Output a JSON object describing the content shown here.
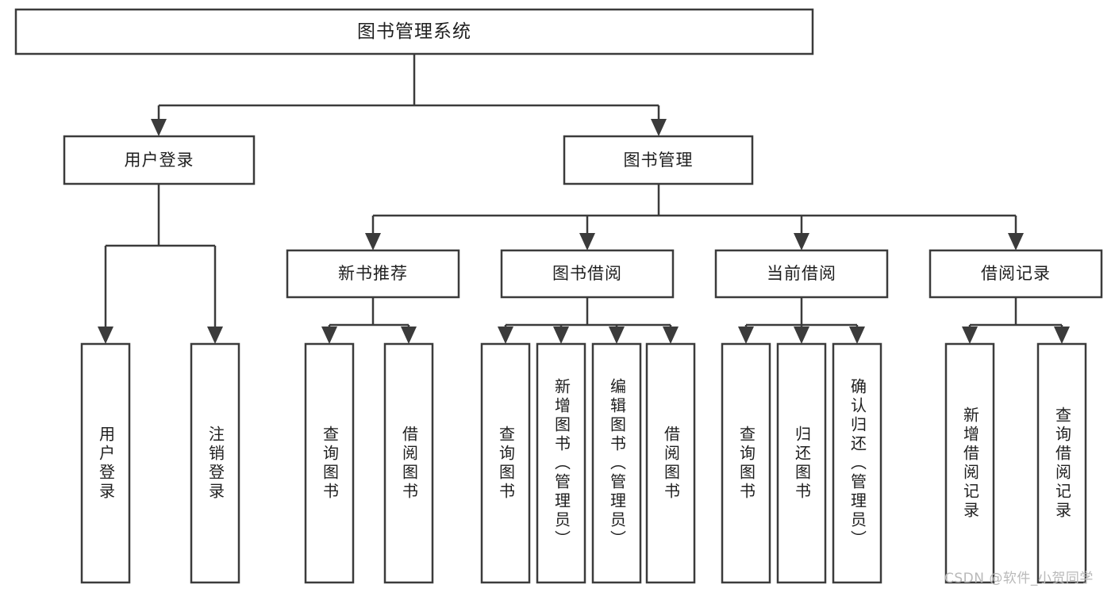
{
  "diagram": {
    "type": "tree-hierarchy-chart",
    "title": "图书管理系统",
    "colors": {
      "stroke": "#3b3b3b",
      "fill": "#ffffff",
      "text": "#1f1f1f",
      "watermark": "#b9b9b9",
      "background": "#ffffff"
    },
    "levels": [
      {
        "level": 1,
        "nodes": [
          {
            "id": "root",
            "label": "图书管理系统",
            "orientation": "horizontal"
          }
        ]
      },
      {
        "level": 2,
        "nodes": [
          {
            "id": "user-login",
            "label": "用户登录",
            "orientation": "horizontal",
            "parent": "root"
          },
          {
            "id": "book-mgmt",
            "label": "图书管理",
            "orientation": "horizontal",
            "parent": "root"
          }
        ]
      },
      {
        "level": 3,
        "nodes": [
          {
            "id": "new-book-rec",
            "label": "新书推荐",
            "orientation": "horizontal",
            "parent": "book-mgmt"
          },
          {
            "id": "book-borrow",
            "label": "图书借阅",
            "orientation": "horizontal",
            "parent": "book-mgmt"
          },
          {
            "id": "current-borrow",
            "label": "当前借阅",
            "orientation": "horizontal",
            "parent": "book-mgmt"
          },
          {
            "id": "borrow-record",
            "label": "借阅记录",
            "orientation": "horizontal",
            "parent": "book-mgmt"
          }
        ]
      },
      {
        "level": 4,
        "nodes": [
          {
            "id": "leaf-user-login",
            "label": "用户登录",
            "orientation": "vertical",
            "parent": "user-login"
          },
          {
            "id": "leaf-user-logout",
            "label": "注销登录",
            "orientation": "vertical",
            "parent": "user-login"
          },
          {
            "id": "leaf-query-book-1",
            "label": "查询图书",
            "orientation": "vertical",
            "parent": "new-book-rec"
          },
          {
            "id": "leaf-borrow-book-1",
            "label": "借阅图书",
            "orientation": "vertical",
            "parent": "new-book-rec"
          },
          {
            "id": "leaf-query-book-2",
            "label": "查询图书",
            "orientation": "vertical",
            "parent": "book-borrow"
          },
          {
            "id": "leaf-add-book",
            "label": "新增图书（管理员）",
            "orientation": "vertical",
            "parent": "book-borrow"
          },
          {
            "id": "leaf-edit-book",
            "label": "编辑图书（管理员）",
            "orientation": "vertical",
            "parent": "book-borrow"
          },
          {
            "id": "leaf-borrow-book-2",
            "label": "借阅图书",
            "orientation": "vertical",
            "parent": "book-borrow"
          },
          {
            "id": "leaf-query-book-3",
            "label": "查询图书",
            "orientation": "vertical",
            "parent": "current-borrow"
          },
          {
            "id": "leaf-return-book",
            "label": "归还图书",
            "orientation": "vertical",
            "parent": "current-borrow"
          },
          {
            "id": "leaf-confirm-return",
            "label": "确认归还（管理员）",
            "orientation": "vertical",
            "parent": "current-borrow"
          },
          {
            "id": "leaf-add-record",
            "label": "新增借阅记录",
            "orientation": "vertical",
            "parent": "borrow-record"
          },
          {
            "id": "leaf-query-record",
            "label": "查询借阅记录",
            "orientation": "vertical",
            "parent": "borrow-record"
          }
        ]
      }
    ],
    "watermark": "CSDN @软件_小贺同学"
  }
}
